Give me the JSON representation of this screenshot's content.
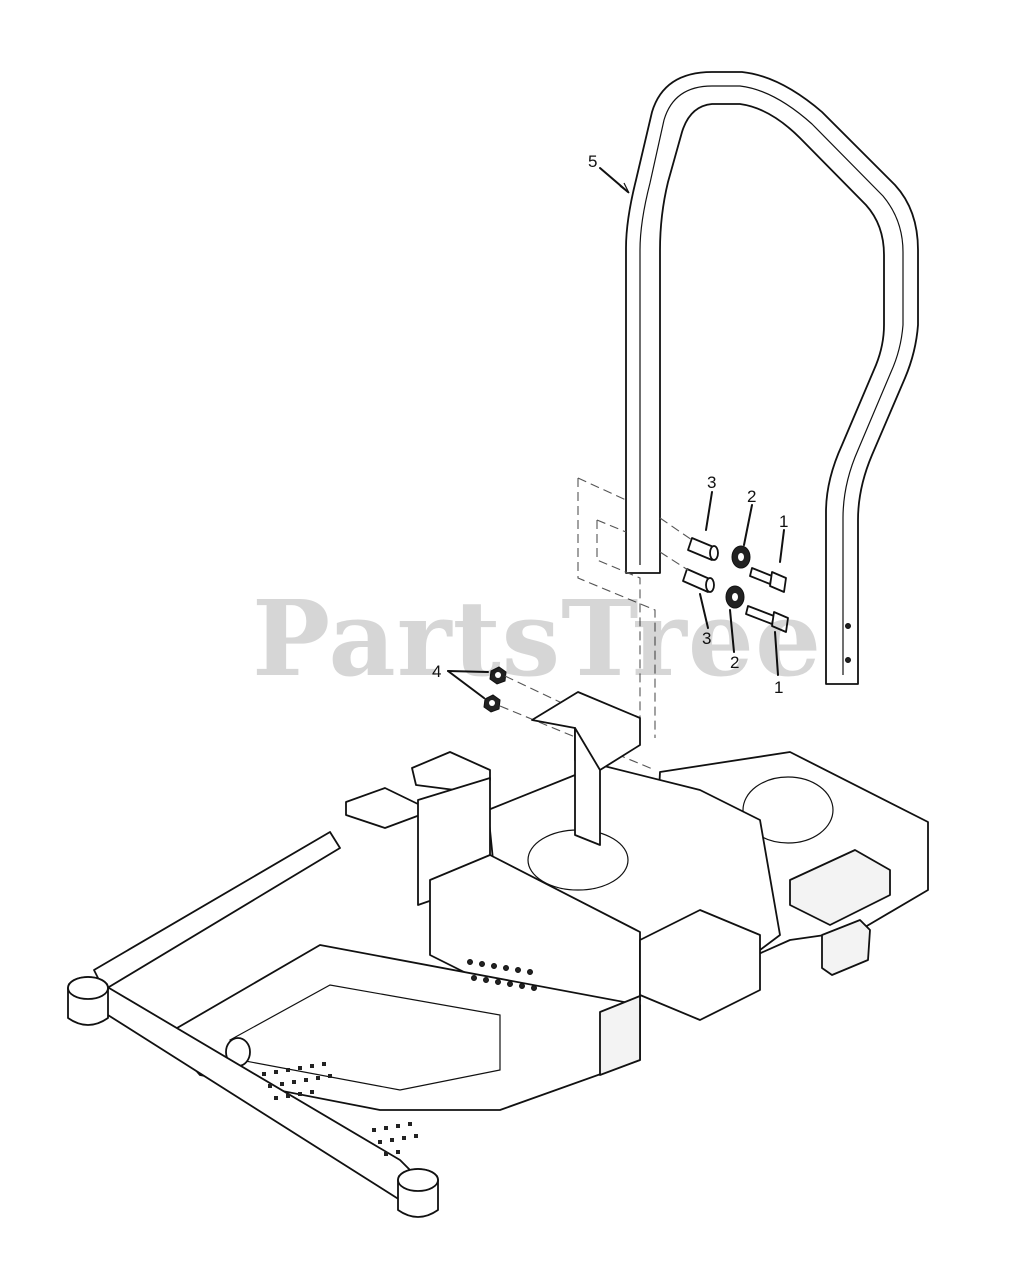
{
  "watermark": "PartsTree",
  "callouts": [
    {
      "id": "5",
      "label": "5"
    },
    {
      "id": "3a",
      "label": "3"
    },
    {
      "id": "2a",
      "label": "2"
    },
    {
      "id": "1a",
      "label": "1"
    },
    {
      "id": "3b",
      "label": "3"
    },
    {
      "id": "2b",
      "label": "2"
    },
    {
      "id": "1b",
      "label": "1"
    },
    {
      "id": "4",
      "label": "4"
    }
  ]
}
